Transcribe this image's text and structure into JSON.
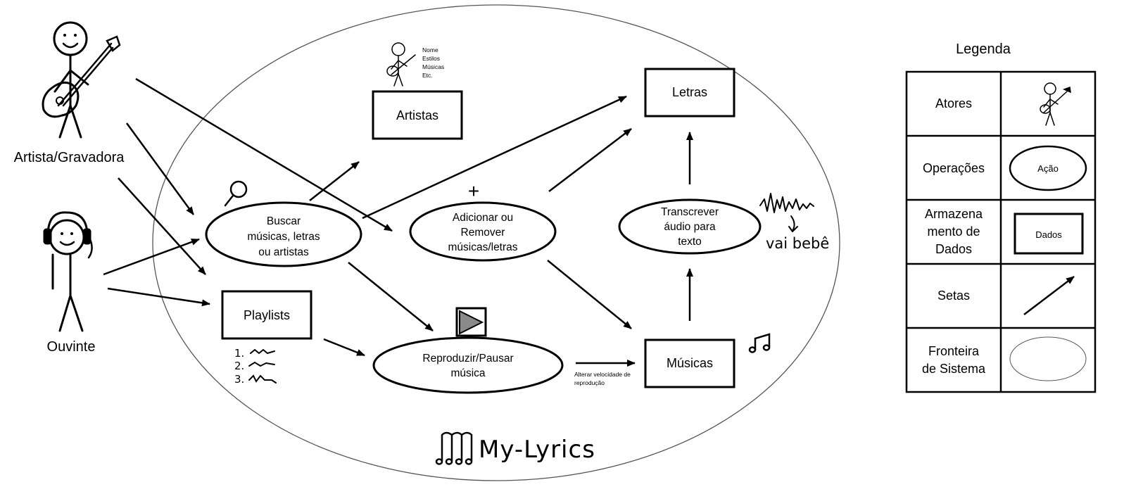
{
  "actors": {
    "artist": "Artista/Gravadora",
    "listener": "Ouvinte"
  },
  "operations": {
    "search_l1": "Buscar",
    "search_l2": "músicas, letras",
    "search_l3": "ou artistas",
    "addremove_l1": "Adicionar ou",
    "addremove_l2": "Remover",
    "addremove_l3": "músicas/letras",
    "play_l1": "Reproduzir/Pausar",
    "play_l2": "música",
    "transcribe_l1": "Transcrever",
    "transcribe_l2": "áudio para",
    "transcribe_l3": "texto"
  },
  "data_stores": {
    "artists": "Artistas",
    "lyrics": "Letras",
    "playlists": "Playlists",
    "songs": "Músicas"
  },
  "notes": {
    "artist_fields": [
      "Nome",
      "Estilos",
      "Músicas",
      "Etc."
    ],
    "speed_l1": "Alterar velocidade de",
    "speed_l2": "reprodução",
    "handwritten_lyric": "vai bebê",
    "playlist_items": [
      "1.",
      "2.",
      "3."
    ],
    "plus_sign": "+"
  },
  "system_name": "My-Lyrics",
  "legend": {
    "title": "Legenda",
    "actors": "Atores",
    "operations": "Operações",
    "operation_sample": "Ação",
    "storage_l1": "Armazena",
    "storage_l2": "mento de",
    "storage_l3": "Dados",
    "storage_sample": "Dados",
    "arrows": "Setas",
    "boundary_l1": "Fronteira",
    "boundary_l2": "de Sistema"
  }
}
